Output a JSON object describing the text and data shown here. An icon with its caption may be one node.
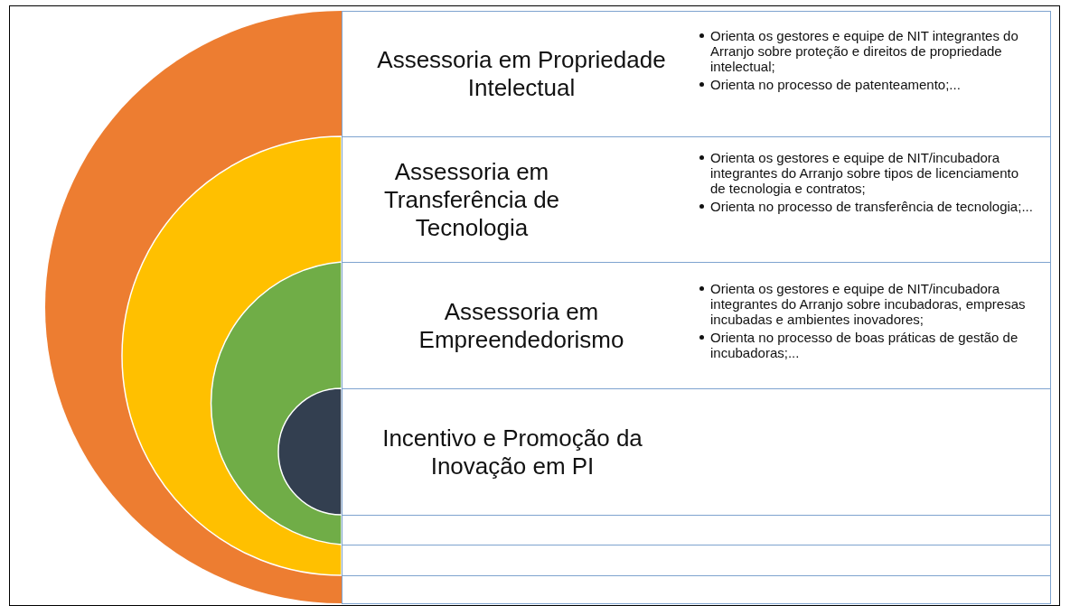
{
  "diagram": {
    "nodes": [
      {
        "text": [
          "Assessoria em Propriedade Intelectual",
          "Orienta os gestores e equipe de NIT integrantes do Arranjo sobre proteção e direitos de propriedade intelectual;",
          "Orienta no processo de patenteamento;..."
        ]
      },
      {
        "text": [
          "Assessoria em Transferência de Tecnologia",
          "Orienta os gestores e equipe de NIT/incubadora integrantes do Arranjo sobre tipos de licenciamento de tecnologia e contratos;",
          "Orienta no processo de transferência de tecnologia;..."
        ]
      },
      {
        "text": [
          "Assessoria em Empreendedorismo",
          "Orienta os gestores e equipe de NIT/incubadora integrantes do Arranjo sobre incubadoras, empresas incubadas e ambientes inovadores;",
          "Orienta no processo de boas práticas de gestão de incubadoras;..."
        ]
      },
      {
        "text": [
          "Incentivo e Promoção da Inovação em PI"
        ]
      },
      {
        "text": [],
        "shape": "box"
      },
      {
        "text": [],
        "shape": "box"
      },
      {
        "text": [],
        "shape": "box"
      }
    ],
    "edges": []
  }
}
